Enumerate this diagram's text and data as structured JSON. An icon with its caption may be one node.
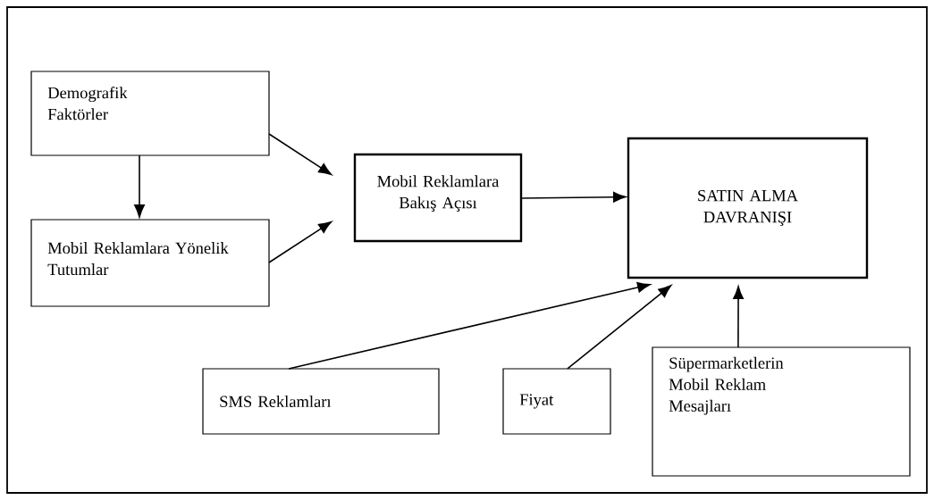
{
  "diagram": {
    "nodes": [
      {
        "text": [
          "Demografik Faktörler"
        ]
      },
      {
        "text": [
          "Mobil Reklamlara Yönelik Tutumlar"
        ]
      },
      {
        "text": [
          "Mobil Reklamlara Bakış Açısı"
        ]
      },
      {
        "text": [
          "SATIN ALMA DAVRANIŞI"
        ]
      },
      {
        "text": [
          "SMS Reklamları"
        ]
      },
      {
        "text": [
          "Fiyat"
        ]
      },
      {
        "text": [
          "Süpermarketlerin Mobil Reklam Mesajları"
        ]
      }
    ],
    "edges": [
      {
        "from": 0,
        "to": 1,
        "arrow": "to"
      },
      {
        "from": 0,
        "to": 2,
        "arrow": "to"
      },
      {
        "from": 1,
        "to": 2,
        "arrow": "to"
      },
      {
        "from": 2,
        "to": 3,
        "arrow": "to"
      },
      {
        "from": 4,
        "to": 3,
        "arrow": "to"
      },
      {
        "from": 5,
        "to": 3,
        "arrow": "to"
      },
      {
        "from": 6,
        "to": 3,
        "arrow": "to"
      }
    ]
  }
}
